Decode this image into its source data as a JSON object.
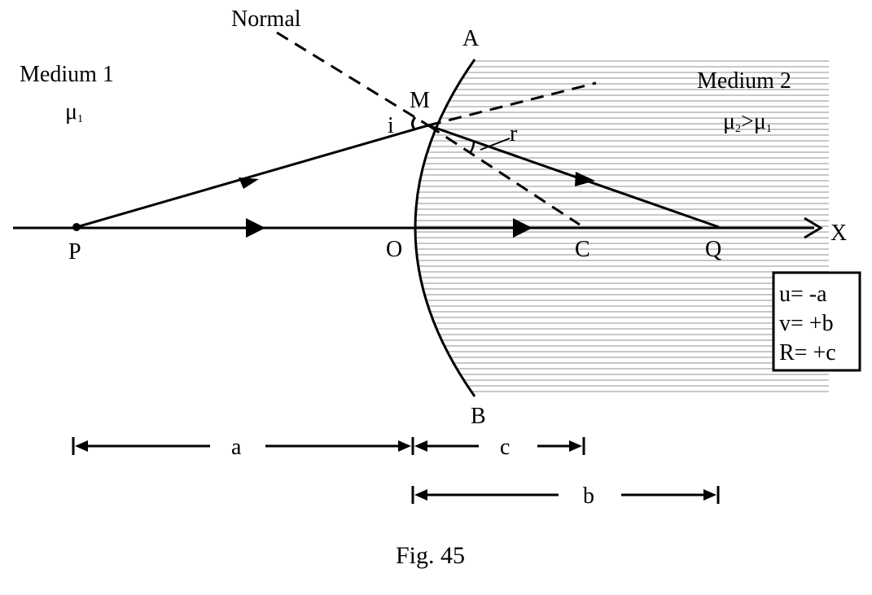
{
  "labels": {
    "normal": "Normal",
    "medium1": "Medium 1",
    "mu1_sym": "μ",
    "mu1_sub": "1",
    "medium2": "Medium 2",
    "mu2_sym": "μ",
    "mu2_sub": "2",
    "gt": ">",
    "mu2b_sym": "μ",
    "mu2b_sub": "1",
    "A": "A",
    "B": "B",
    "M": "M",
    "i": "i",
    "r": "r",
    "P": "P",
    "O": "O",
    "C": "C",
    "Q": "Q",
    "X": "X",
    "a": "a",
    "b": "b",
    "c": "c",
    "caption": "Fig. 45"
  },
  "sign_box": {
    "line1": "u= -a",
    "line2": "v= +b",
    "line3": "R= +c"
  }
}
